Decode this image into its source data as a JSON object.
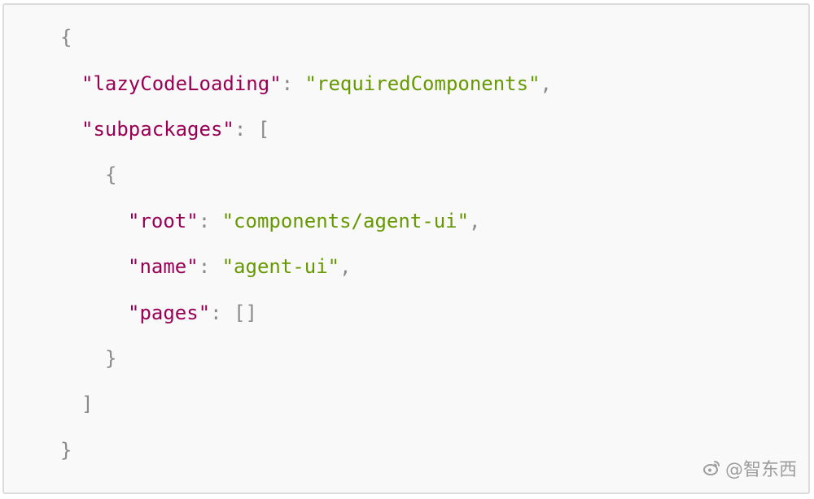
{
  "code": {
    "line1": {
      "brace_open": "{"
    },
    "line2": {
      "key": "\"lazyCodeLoading\"",
      "colon": ": ",
      "value": "\"requiredComponents\"",
      "comma": ","
    },
    "line3": {
      "key": "\"subpackages\"",
      "colon": ": ",
      "bracket": "["
    },
    "line4": {
      "brace_open": "{"
    },
    "line5": {
      "key": "\"root\"",
      "colon": ": ",
      "value": "\"components/agent-ui\"",
      "comma": ","
    },
    "line6": {
      "key": "\"name\"",
      "colon": ": ",
      "value": "\"agent-ui\"",
      "comma": ","
    },
    "line7": {
      "key": "\"pages\"",
      "colon": ": ",
      "value": "[]"
    },
    "line8": {
      "brace_close": "}"
    },
    "line9": {
      "bracket_close": "]"
    },
    "line10": {
      "brace_close": "}"
    }
  },
  "watermark": {
    "text": "@智东西",
    "icon": "weibo-icon"
  },
  "colors": {
    "key": "#990055",
    "string": "#669900",
    "punctuation": "#8a8a8a",
    "background": "#f9f9f9"
  }
}
